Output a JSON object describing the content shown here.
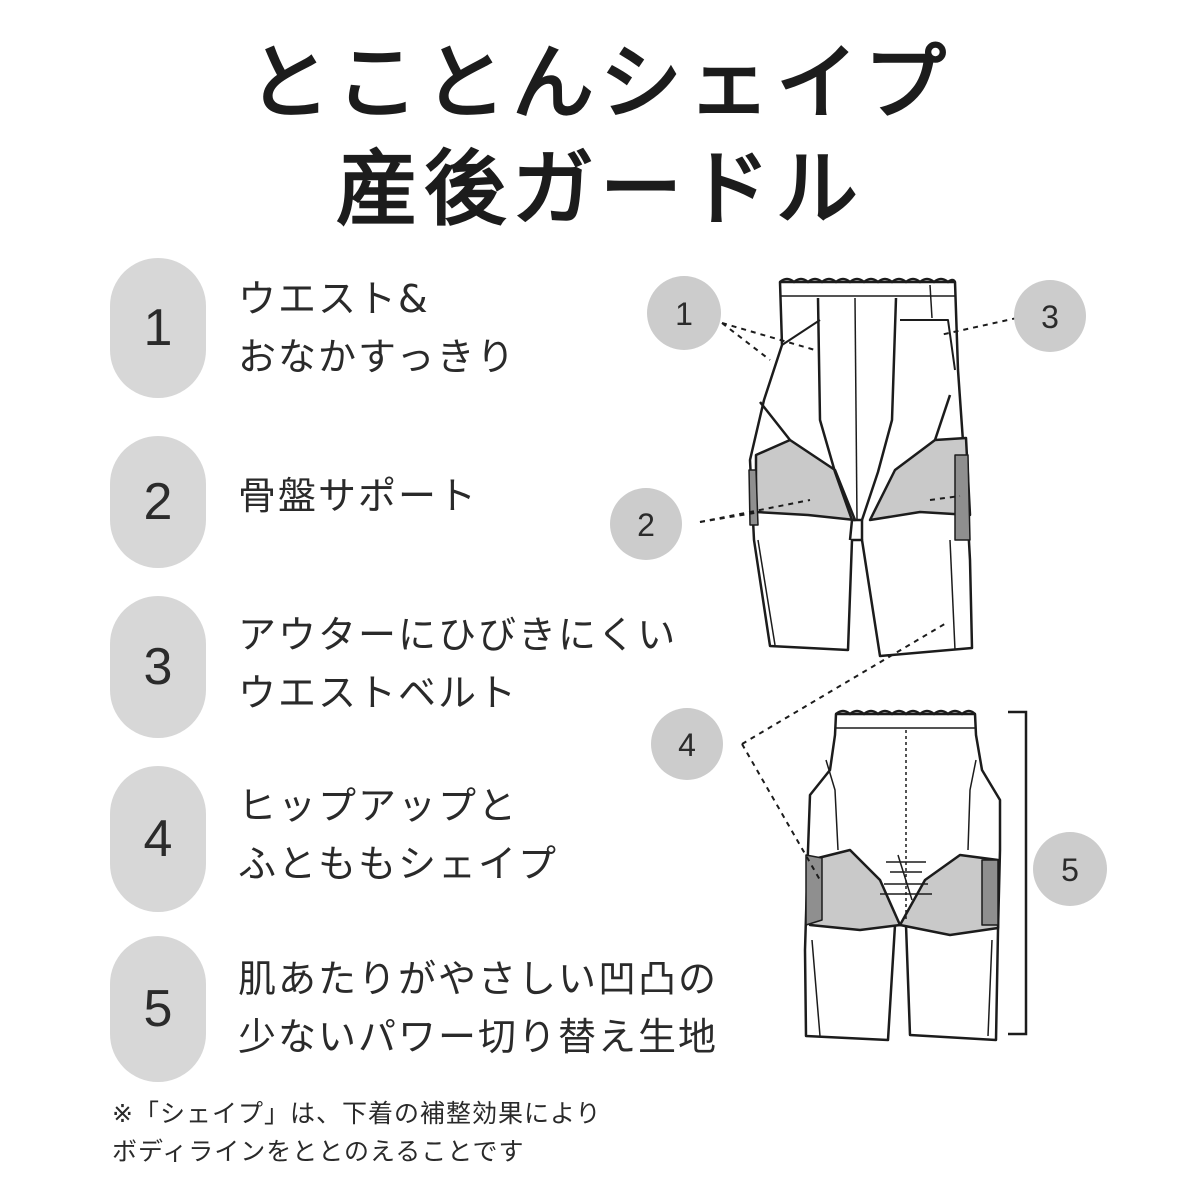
{
  "title": {
    "line1": "とことんシェイプ",
    "line2": "産後ガードル"
  },
  "features": [
    {
      "number": "1",
      "lines": [
        "ウエスト&",
        "おなかすっきり"
      ]
    },
    {
      "number": "2",
      "lines": [
        "骨盤サポート"
      ]
    },
    {
      "number": "3",
      "lines": [
        "アウターにひびきにくい",
        "ウエストベルト"
      ]
    },
    {
      "number": "4",
      "lines": [
        "ヒップアップと",
        "ふとももシェイプ"
      ]
    },
    {
      "number": "5",
      "lines": [
        "肌あたりがやさしい凹凸の",
        "少ないパワー切り替え生地"
      ]
    }
  ],
  "diagram_markers": [
    "1",
    "2",
    "3",
    "4",
    "5"
  ],
  "note": {
    "line1": "※「シェイプ」は、下着の補整効果により",
    "line2": "ボディラインをととのえることです"
  },
  "colors": {
    "pill": "#d7d7d7",
    "panel_light": "#c9c9c9",
    "panel_dark": "#8f8f8f",
    "marker": "#cccccc"
  }
}
